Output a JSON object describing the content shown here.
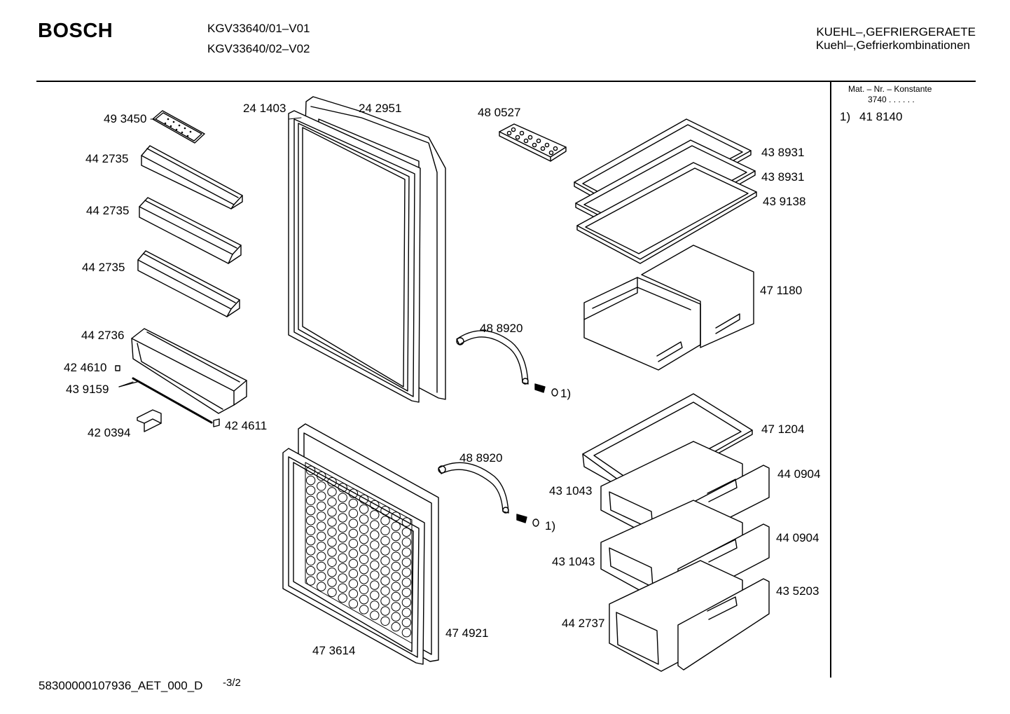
{
  "header": {
    "brand": "BOSCH",
    "models": [
      "KGV33640/01–V01",
      "KGV33640/02–V02"
    ],
    "category": "KUEHL–,GEFRIERGERAETE",
    "subcategory": "Kuehl–,Gefrierkombinationen"
  },
  "notes": {
    "heading": "Mat. – Nr. – Konstante",
    "constant": "3740 . .   . . . .",
    "entry_marker": "1)",
    "entry_value": "41 8140"
  },
  "parts": [
    "49 3450",
    "44 2735",
    "44 2735",
    "44 2735",
    "44 2736",
    "42 4610",
    "43 9159",
    "42 0394",
    "42 4611",
    "24 1403",
    "24 2951",
    "48 0527",
    "43 8931",
    "43 8931",
    "43 9138",
    "47 1180",
    "48 8920",
    "1)",
    "47 1204",
    "48 8920",
    "1)",
    "44 0904",
    "43 1043",
    "44 0904",
    "43 1043",
    "43 5203",
    "44 2737",
    "47 4921",
    "47 3614"
  ],
  "footer": {
    "doc_id": "58300000107936_AET_000_D",
    "page": "-3/2"
  }
}
